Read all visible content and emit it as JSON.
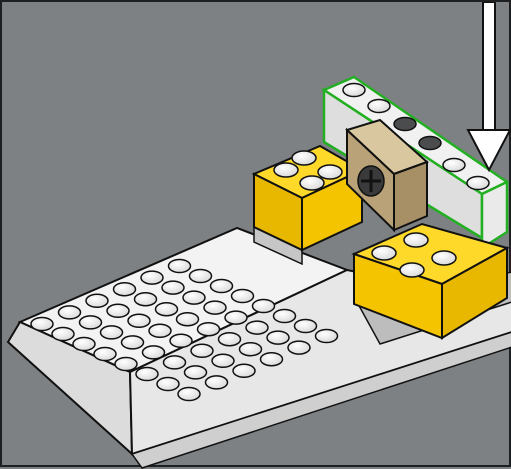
{
  "scene": {
    "kind": "lego-building-instruction-step",
    "colors": {
      "background": "#7d8184",
      "plate_white": "#f3f3f3",
      "brick_yellow": "#f5c400",
      "brick_white": "#f1f1f1",
      "brick_dark_gray": "#4a4c4e",
      "tile_tan": "#c9b48c",
      "highlight_outline": "#22b022",
      "arrow": "#ffffff"
    },
    "icons": [
      "down-arrow-icon",
      "technic-axle-hole-icon"
    ],
    "plate_studs": {
      "columns": 6,
      "rows": 8
    }
  }
}
